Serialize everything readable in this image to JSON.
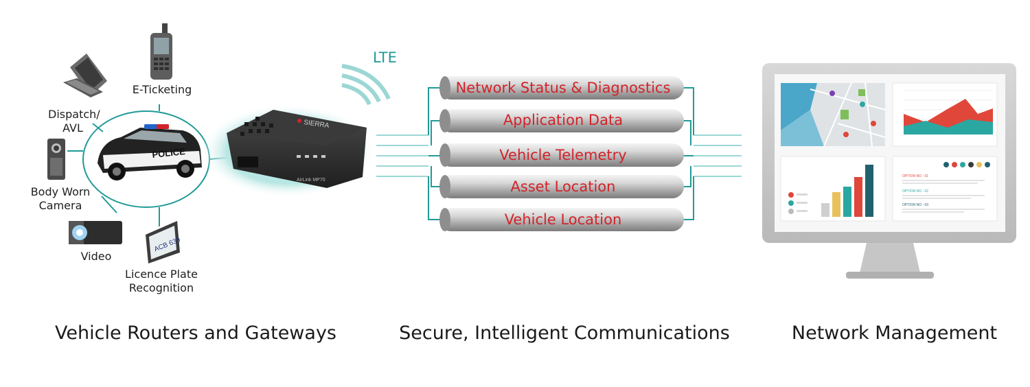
{
  "left": {
    "title": "Vehicle Routers and Gateways",
    "devices": {
      "dispatch": "Dispatch/\nAVL",
      "eticketing": "E-Ticketing",
      "bodycam": "Body Worn\nCamera",
      "video": "Video",
      "lpr": "Licence Plate\nRecognition"
    },
    "car_text": "POLICE",
    "plate_text": "ACB 639",
    "router": {
      "brand": "SIERRA",
      "model": "AirLink MP70"
    },
    "lte": "LTE"
  },
  "middle": {
    "title": "Secure, Intelligent Communications",
    "channels": [
      "Network Status & Diagnostics",
      "Application Data",
      "Vehicle Telemetry",
      "Asset Location",
      "Vehicle Location"
    ]
  },
  "right": {
    "title": "Network Management",
    "panels": {
      "options": [
        "OPTION NO - 01",
        "OPTION NO - 02",
        "OPTION NO - 03"
      ]
    }
  },
  "colors": {
    "teal": "#1f9a96",
    "text_red": "#d2232a",
    "pipe_gray": "#b8b8b8"
  }
}
